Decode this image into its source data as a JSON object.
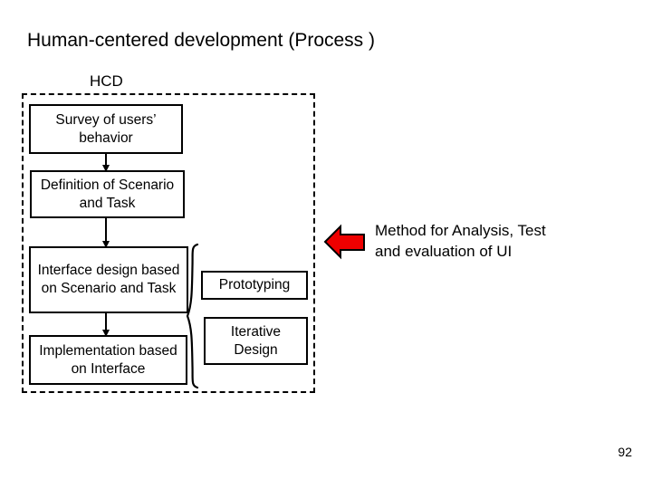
{
  "slide": {
    "title": "Human-centered development (Process )",
    "page_number": "92"
  },
  "hcd": {
    "label": "HCD",
    "boundary_style": "dashed",
    "boundary_color": "#000000"
  },
  "flow": {
    "boxes": [
      {
        "id": "survey",
        "label": "Survey of users’ behavior"
      },
      {
        "id": "definition",
        "label": "Definition of Scenario and Task"
      },
      {
        "id": "interface",
        "label": "Interface design based on Scenario and Task"
      },
      {
        "id": "implementation",
        "label": "Implementation based on Interface"
      }
    ],
    "connectors": [
      {
        "id": "conn-1",
        "from": "survey",
        "to": "definition"
      },
      {
        "id": "conn-2",
        "from": "definition",
        "to": "interface"
      },
      {
        "id": "conn-3",
        "from": "interface",
        "to": "implementation"
      }
    ]
  },
  "methods": {
    "brace": "curly-brace",
    "boxes": [
      {
        "id": "prototyping",
        "label": "Prototyping"
      },
      {
        "id": "iterative",
        "label": "Iterative Design"
      }
    ]
  },
  "callout": {
    "arrow_icon": "arrow-left-icon",
    "arrow_fill": "#ee0000",
    "arrow_stroke": "#000000",
    "text": "Method for Analysis, Test\nand evaluation of UI"
  }
}
